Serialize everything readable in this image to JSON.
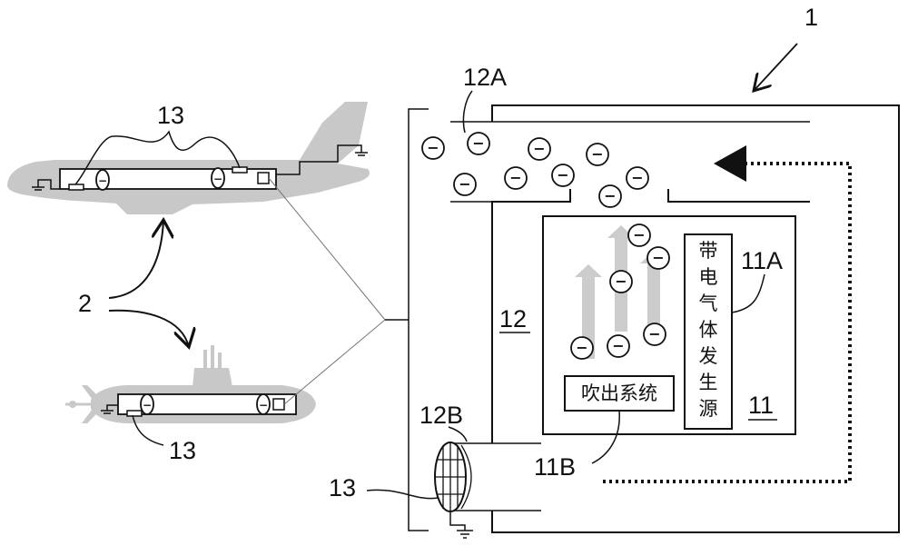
{
  "labels": {
    "device": "1",
    "vehicles": "2",
    "chamber": "12",
    "inlet": "12A",
    "outlet": "12B",
    "unit": "11",
    "source": "11A",
    "blower_ref": "11B",
    "ground_airplane": "13",
    "ground_submarine": "13",
    "ground_outlet": "13"
  },
  "text": {
    "blower_system": "吹出系统",
    "charged_gas_source": [
      "带",
      "电",
      "气",
      "体",
      "发",
      "生",
      "源"
    ]
  },
  "ion_symbol": "−",
  "colors": {
    "vehicle_fill": "#c8c8c8",
    "arrow_fill": "#cccccc",
    "line": "#111111"
  }
}
